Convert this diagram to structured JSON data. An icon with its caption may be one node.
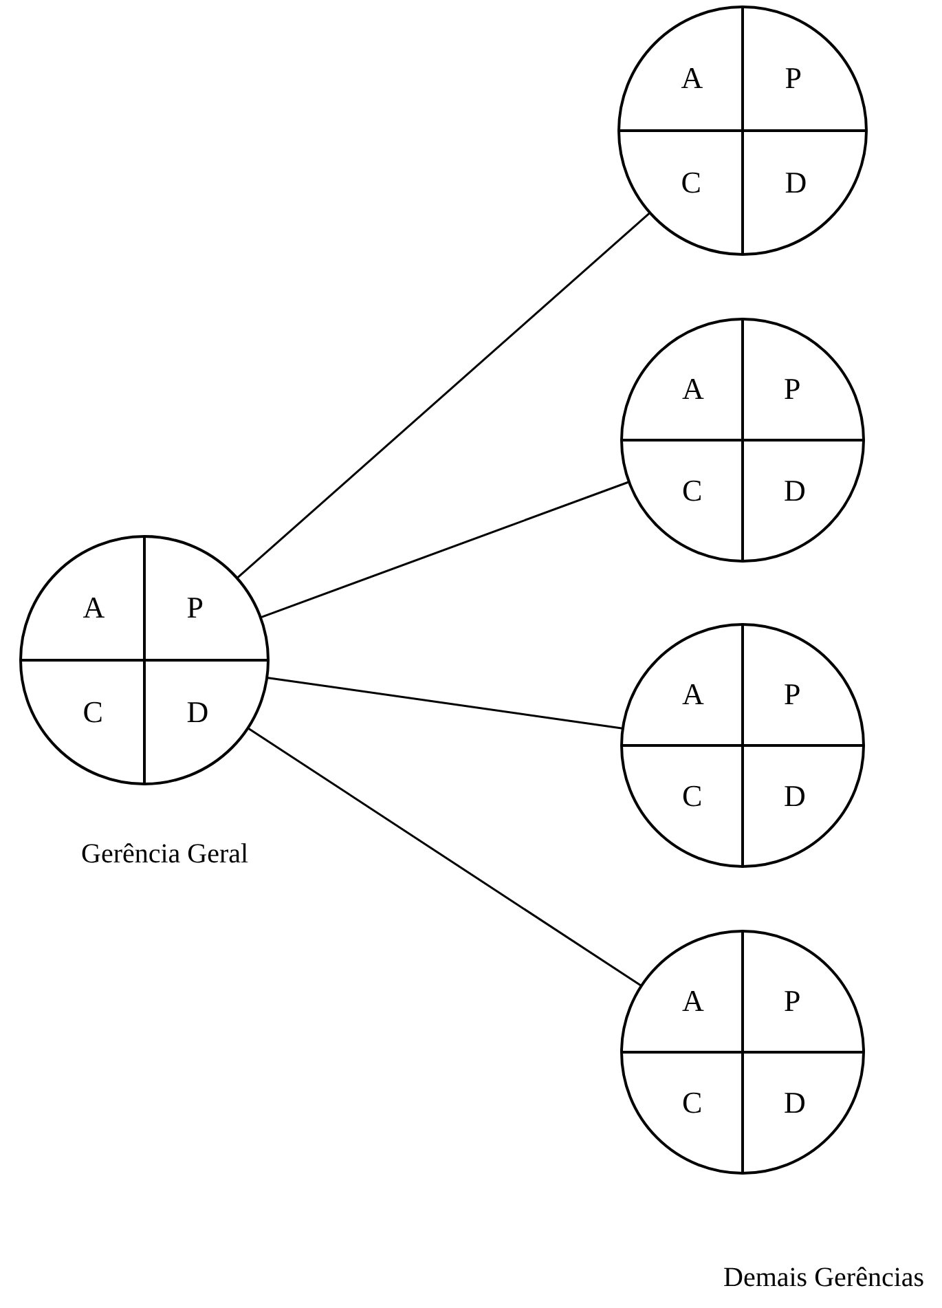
{
  "diagram": {
    "nodes": [
      {
        "text": [
          "A",
          "P",
          "C",
          "D"
        ],
        "beside": [
          "Gerência Geral"
        ]
      },
      {
        "text": [
          "A",
          "P",
          "C",
          "D"
        ]
      },
      {
        "text": [
          "A",
          "P",
          "C",
          "D"
        ]
      },
      {
        "text": [
          "A",
          "P",
          "C",
          "D"
        ]
      },
      {
        "text": [
          "A",
          "P",
          "C",
          "D"
        ]
      }
    ],
    "edges": [
      {
        "from": 0,
        "to": 1,
        "arrow": "none"
      },
      {
        "from": 0,
        "to": 2,
        "arrow": "none"
      },
      {
        "from": 0,
        "to": 3,
        "arrow": "none"
      },
      {
        "from": 0,
        "to": 4,
        "arrow": "none"
      }
    ],
    "labels": [
      "Demais Gerências"
    ]
  }
}
